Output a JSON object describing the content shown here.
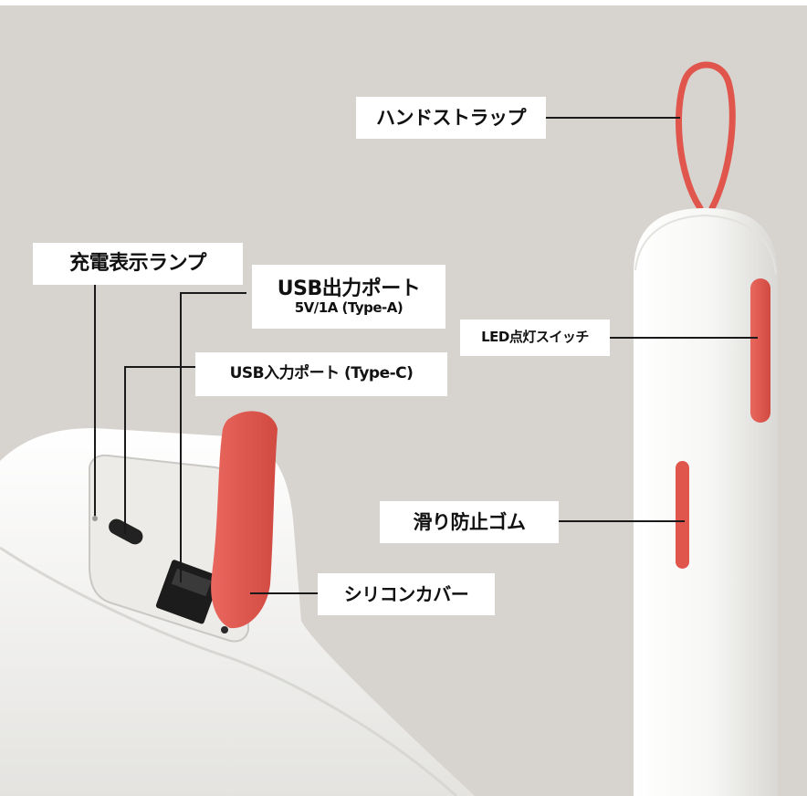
{
  "colors": {
    "background": "#d7d3cf",
    "device_body": "#f7f7f5",
    "accent_red": "#e0564d",
    "line": "#1a1a1a",
    "label_bg": "#ffffff"
  },
  "labels": {
    "hand_strap": "ハンドストラップ",
    "charge_lamp": "充電表示ランプ",
    "usb_output_title": "USB出力ポート",
    "usb_output_spec": "5V/1A (Type-A)",
    "usb_input": "USB入力ポート (Type-C)",
    "led_switch": "LED点灯スイッチ",
    "grip_rubber": "滑り防止ゴム",
    "silicone_cover": "シリコンカバー"
  }
}
